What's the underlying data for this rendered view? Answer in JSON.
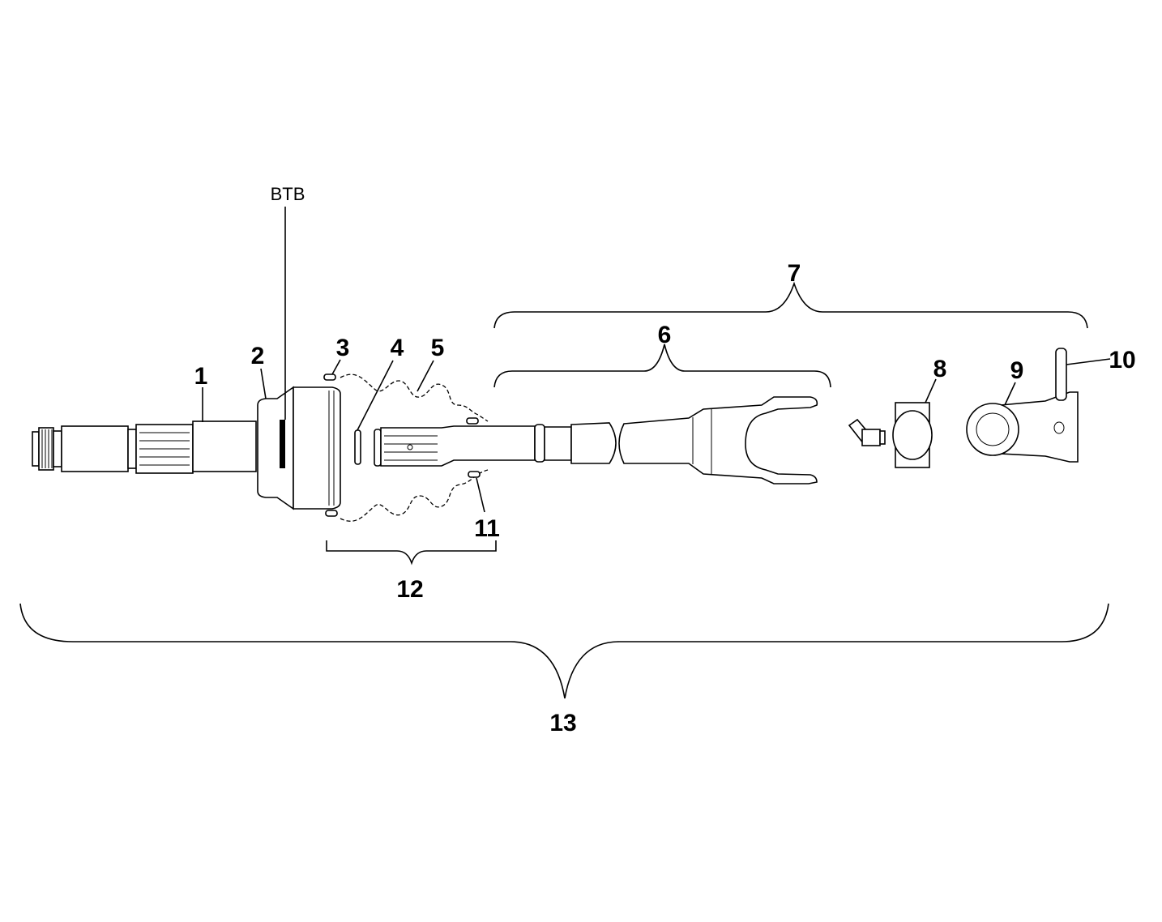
{
  "diagram": {
    "note_label": "BTB",
    "callouts": {
      "c1": "1",
      "c2": "2",
      "c3": "3",
      "c4": "4",
      "c5": "5",
      "c6": "6",
      "c7": "7",
      "c8": "8",
      "c9": "9",
      "c10": "10",
      "c11": "11",
      "c12": "12",
      "c13": "13"
    }
  }
}
